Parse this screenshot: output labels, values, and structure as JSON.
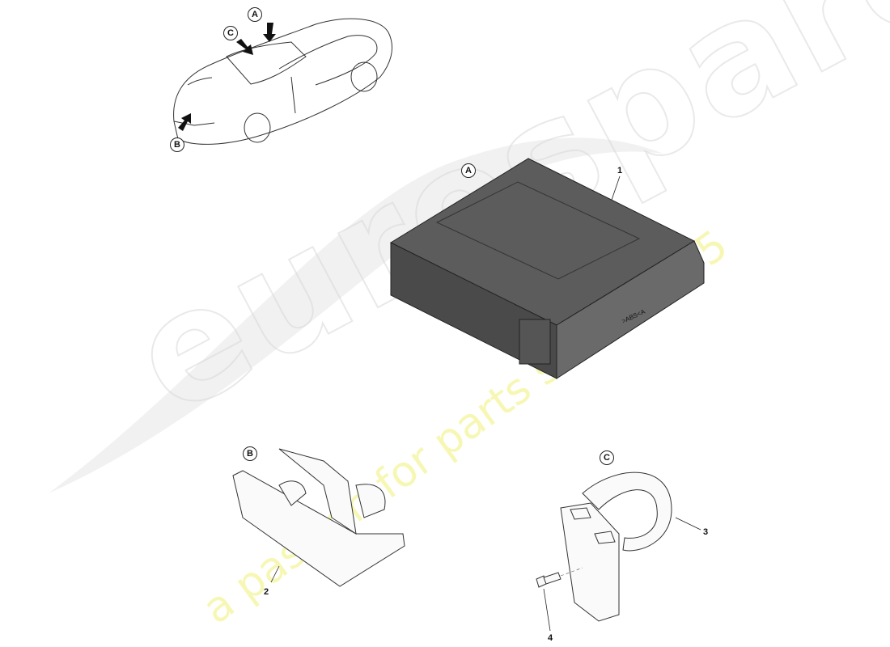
{
  "watermark": {
    "brand": "eurospares",
    "tagline": "a passion for parts since 1985",
    "brand_color": "#d8d8d8",
    "tagline_color": "#f0f078"
  },
  "overview": {
    "callouts": [
      "A",
      "B",
      "C"
    ]
  },
  "detail_views": [
    {
      "callout": "A",
      "parts": [
        {
          "number": "1",
          "label_text": ">ABS<A"
        }
      ]
    },
    {
      "callout": "B",
      "parts": [
        {
          "number": "2"
        }
      ]
    },
    {
      "callout": "C",
      "parts": [
        {
          "number": "3"
        },
        {
          "number": "4"
        }
      ]
    }
  ],
  "colors": {
    "module_body": "#4a4a4a",
    "module_top": "#5a5a5a",
    "line": "#222222"
  }
}
